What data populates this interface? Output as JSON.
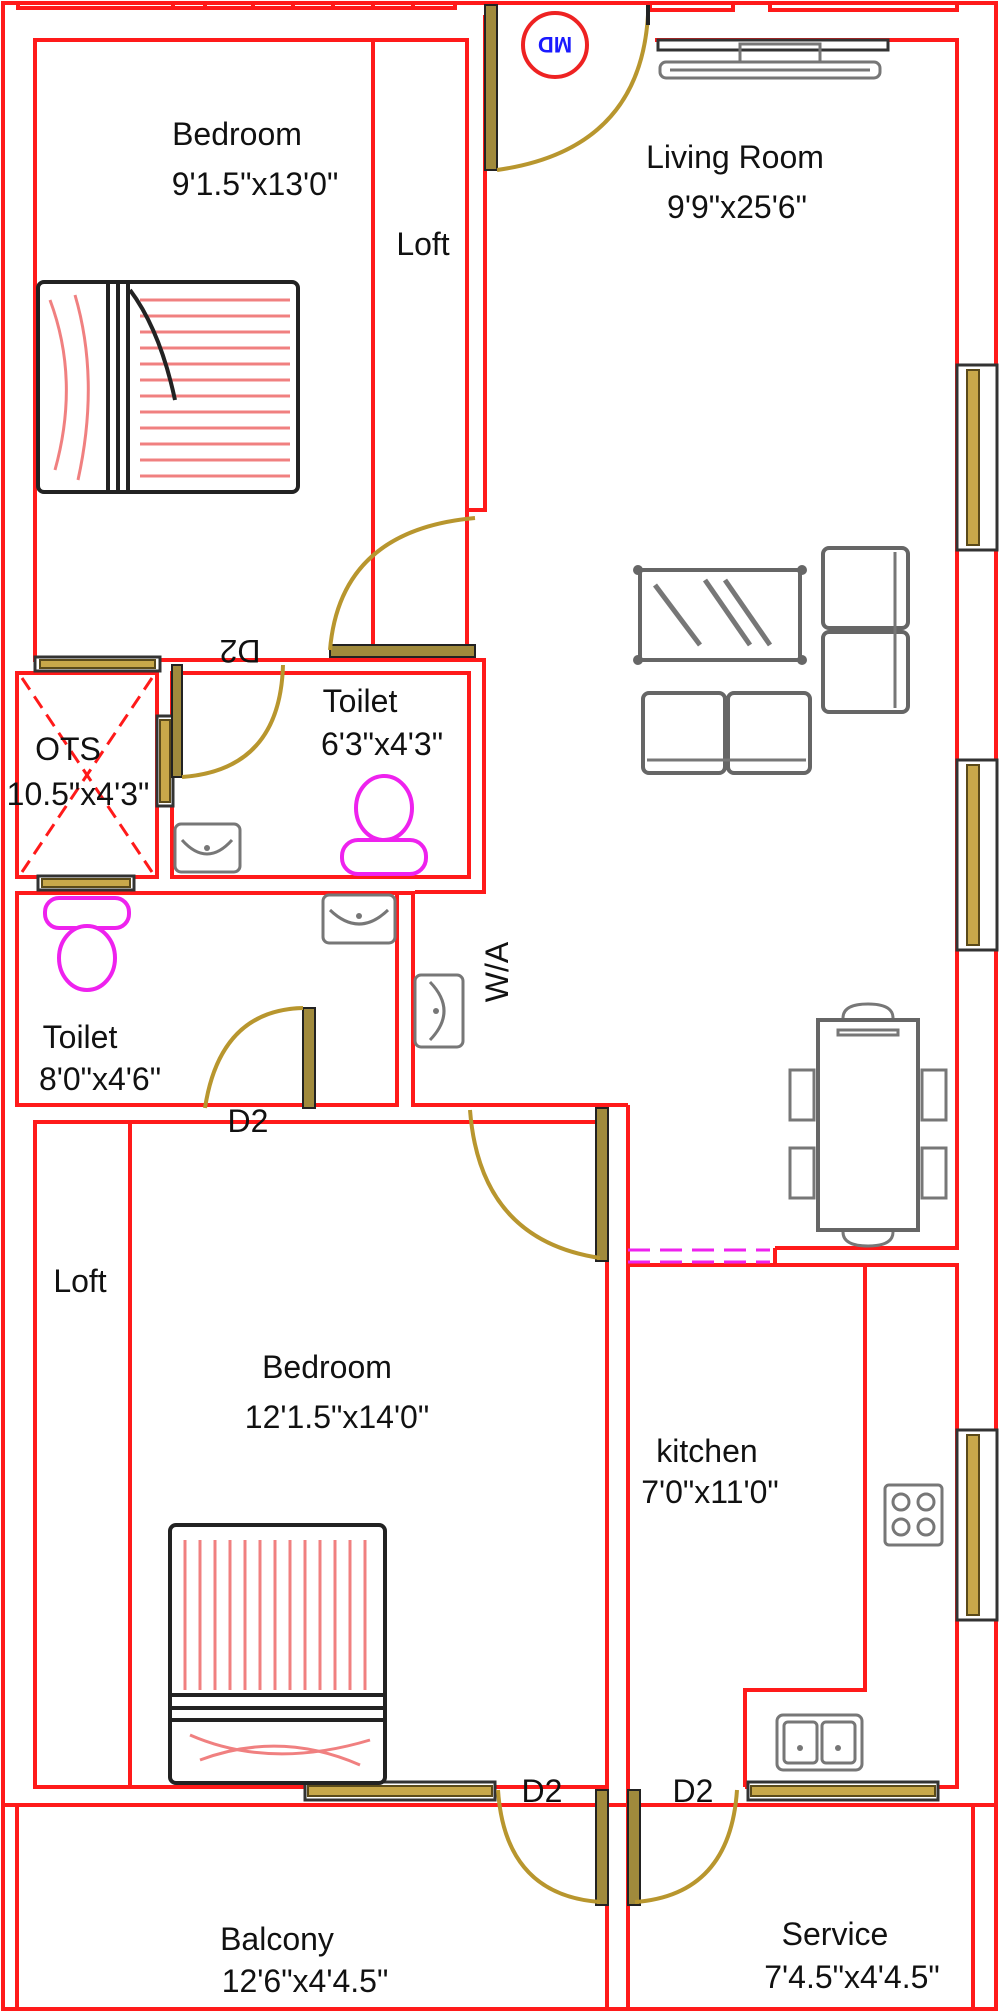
{
  "rooms": {
    "bedroom_top": {
      "name": "Bedroom",
      "dim": "9'1.5\"x13'0\""
    },
    "loft_top": {
      "name": "Loft"
    },
    "living": {
      "name": "Living Room",
      "dim": "9'9\"x25'6\""
    },
    "toilet_attached": {
      "name": "Toilet",
      "dim": "6'3\"x4'3\""
    },
    "ots": {
      "name": "OTS",
      "dim": "10.5\"x4'3\""
    },
    "toilet_common": {
      "name": "Toilet",
      "dim": "8'0\"x4'6\""
    },
    "wash_area": {
      "name": "W/A"
    },
    "loft_bottom": {
      "name": "Loft"
    },
    "bedroom_bottom": {
      "name": "Bedroom",
      "dim": "12'1.5\"x14'0\""
    },
    "kitchen": {
      "name": "kitchen",
      "dim": "7'0\"x11'0\""
    },
    "balcony": {
      "name": "Balcony",
      "dim": "12'6\"x4'4.5\""
    },
    "service": {
      "name": "Service",
      "dim": "7'4.5\"x4'4.5\""
    }
  },
  "doors": {
    "main": "MD",
    "toilet_attached": "D2",
    "toilet_common": "D2",
    "balcony": "D2",
    "service": "D2"
  },
  "colors": {
    "walls": "#ff1a1a",
    "doors": "#a08a3c",
    "door_swing": "#b8962e",
    "sanitary": "#ee22ee",
    "main_door_marker": "#1a1aff"
  }
}
